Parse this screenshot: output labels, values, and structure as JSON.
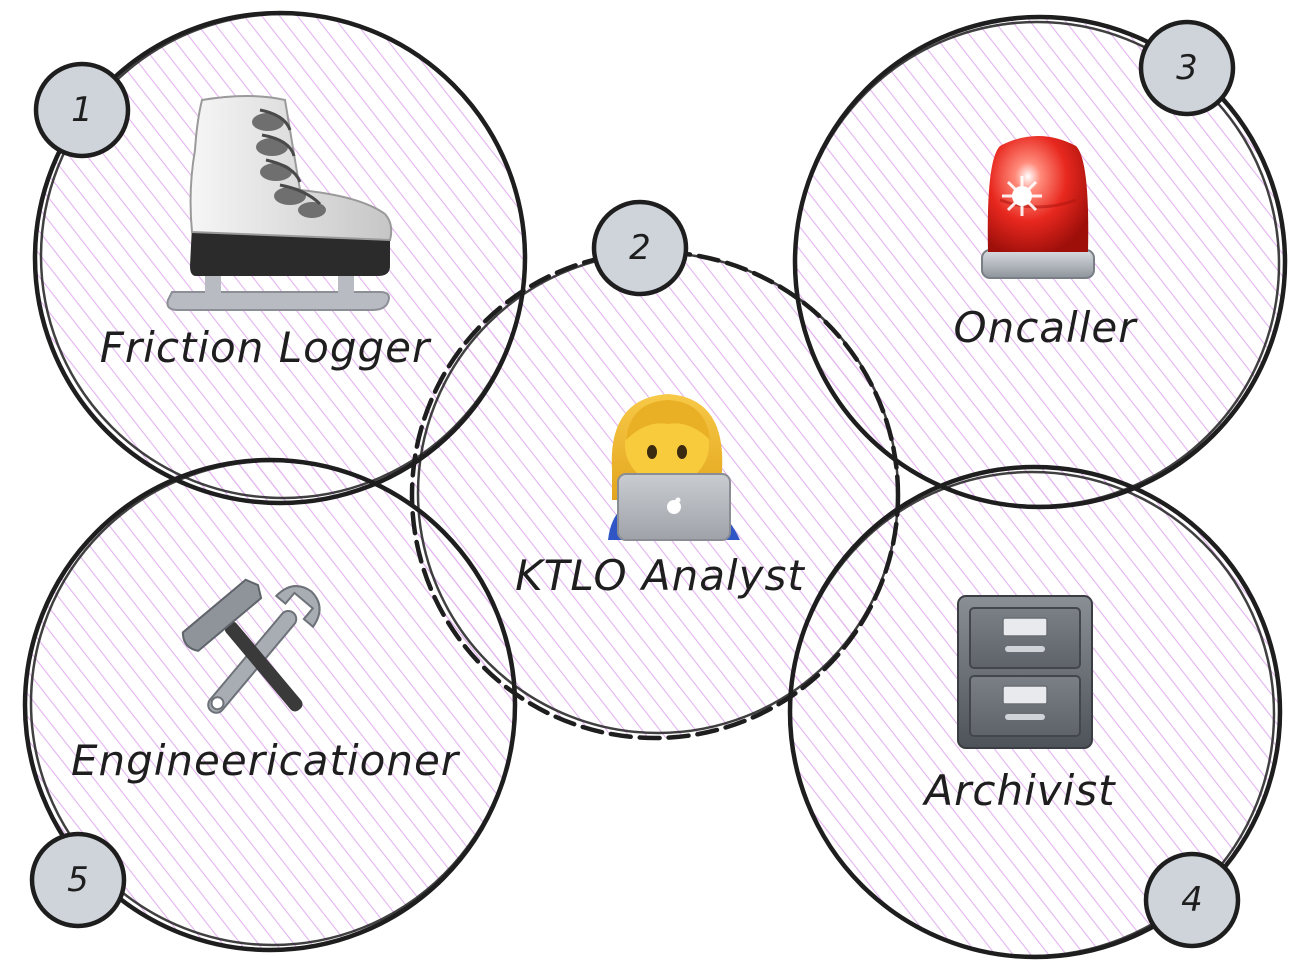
{
  "colors": {
    "hatch": "#e3b3f0",
    "outline": "#1e1e1e",
    "badge_fill": "#ced4da"
  },
  "roles": [
    {
      "number": "1",
      "label": "Friction Logger",
      "icon": "ice-skate-icon"
    },
    {
      "number": "2",
      "label": "KTLO Analyst",
      "icon": "technologist-laptop-icon"
    },
    {
      "number": "3",
      "label": "Oncaller",
      "icon": "police-light-icon"
    },
    {
      "number": "4",
      "label": "Archivist",
      "icon": "file-cabinet-icon"
    },
    {
      "number": "5",
      "label": "Engineericationer",
      "icon": "hammer-and-wrench-icon"
    }
  ]
}
